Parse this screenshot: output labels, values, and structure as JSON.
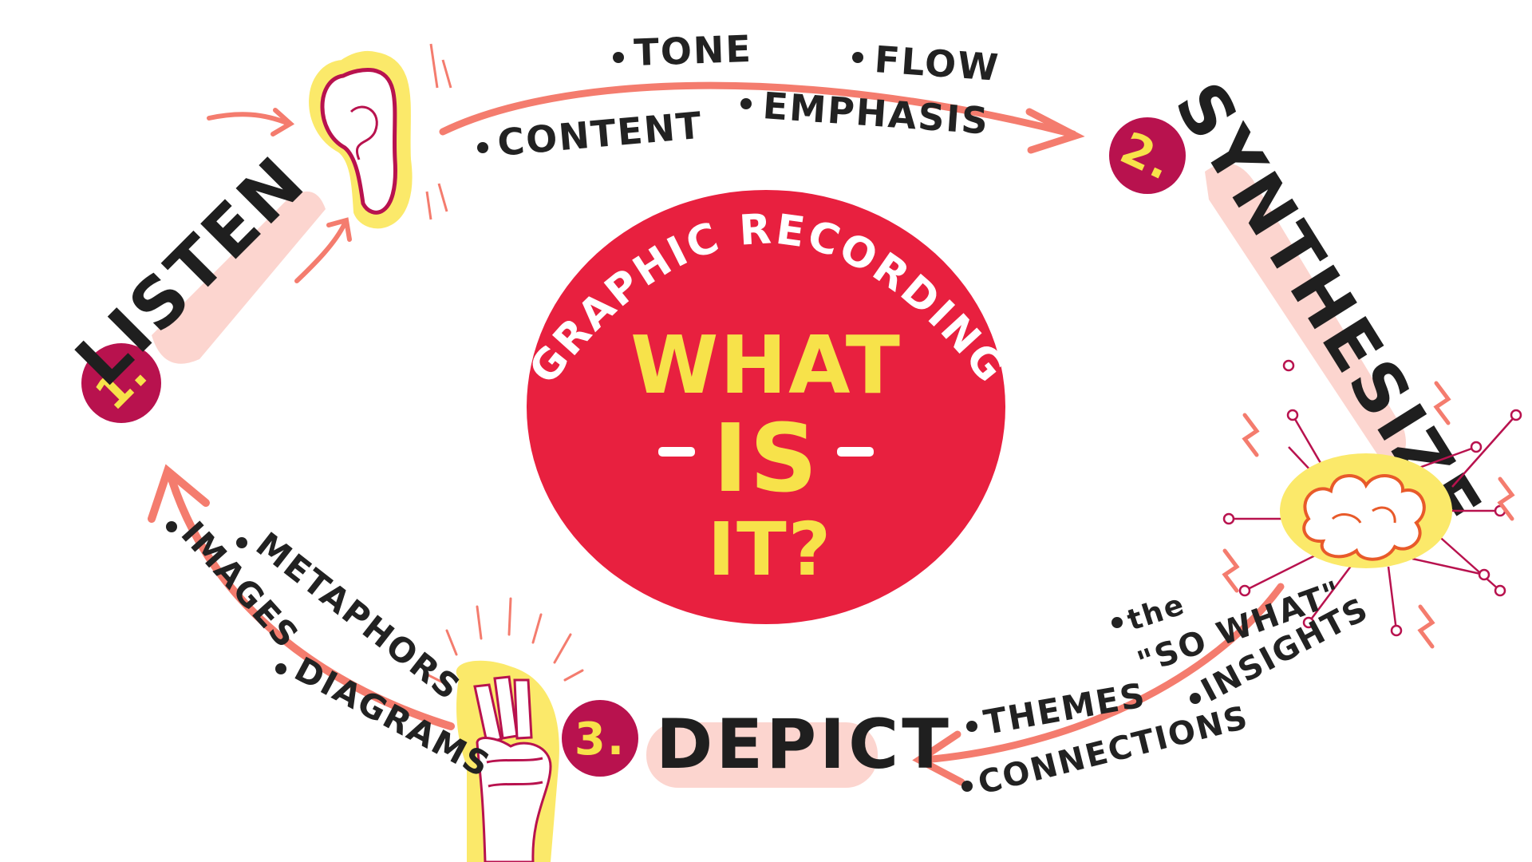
{
  "center": {
    "title": "GRAPHIC RECORDING",
    "line1": "WHAT",
    "line2": "IS",
    "line3": "IT?",
    "colors": {
      "circle": "#e8203f",
      "title": "#ffffff",
      "question": "#f7e24a"
    }
  },
  "steps": [
    {
      "number": "1.",
      "label": "LISTEN",
      "icon": "ear-icon"
    },
    {
      "number": "2.",
      "label": "SYNTHESIZE",
      "icon": "brain-cloud-icon"
    },
    {
      "number": "3.",
      "label": "DEPICT",
      "icon": "hand-markers-icon"
    }
  ],
  "listen_bullets": [
    "TONE",
    "FLOW",
    "CONTENT",
    "EMPHASIS"
  ],
  "synthesize_bullets": [
    "the",
    "\"SO WHAT\"",
    "THEMES",
    "INSIGHTS",
    "CONNECTIONS"
  ],
  "depict_bullets": [
    "METAPHORS",
    "IMAGES",
    "DIAGRAMS"
  ],
  "colors": {
    "badge": "#b8124e",
    "badge_text": "#f7e24a",
    "highlight": "#fcd5cf",
    "arrow": "#f47c6e",
    "ink": "#222222",
    "yellow_glow": "#fbe96a"
  }
}
